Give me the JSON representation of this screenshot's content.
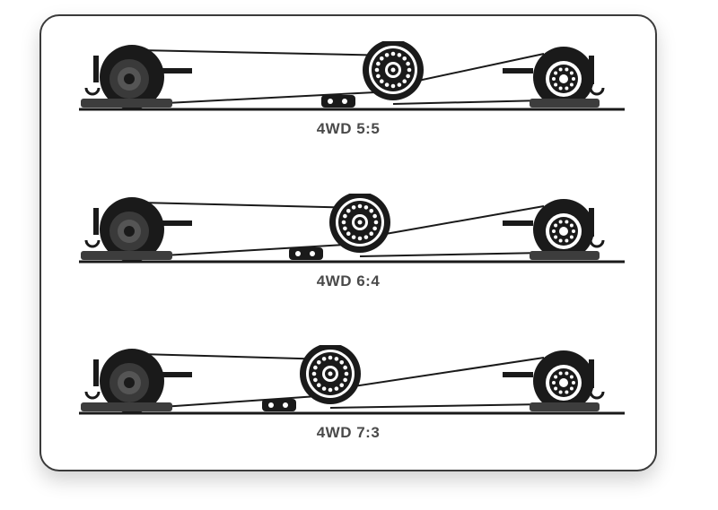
{
  "diagram": {
    "rows": [
      {
        "label": "4WD 5:5"
      },
      {
        "label": "4WD 6:4"
      },
      {
        "label": "4WD 7:3"
      }
    ],
    "icons": {
      "front_unit": "rear-axle-unit-icon",
      "center_gear": "center-transfer-gear-icon",
      "rear_unit": "front-axle-unit-icon"
    },
    "colors": {
      "ink": "#1a1a1a",
      "mid": "#3a3a3a",
      "label": "#4a4a4a"
    }
  }
}
